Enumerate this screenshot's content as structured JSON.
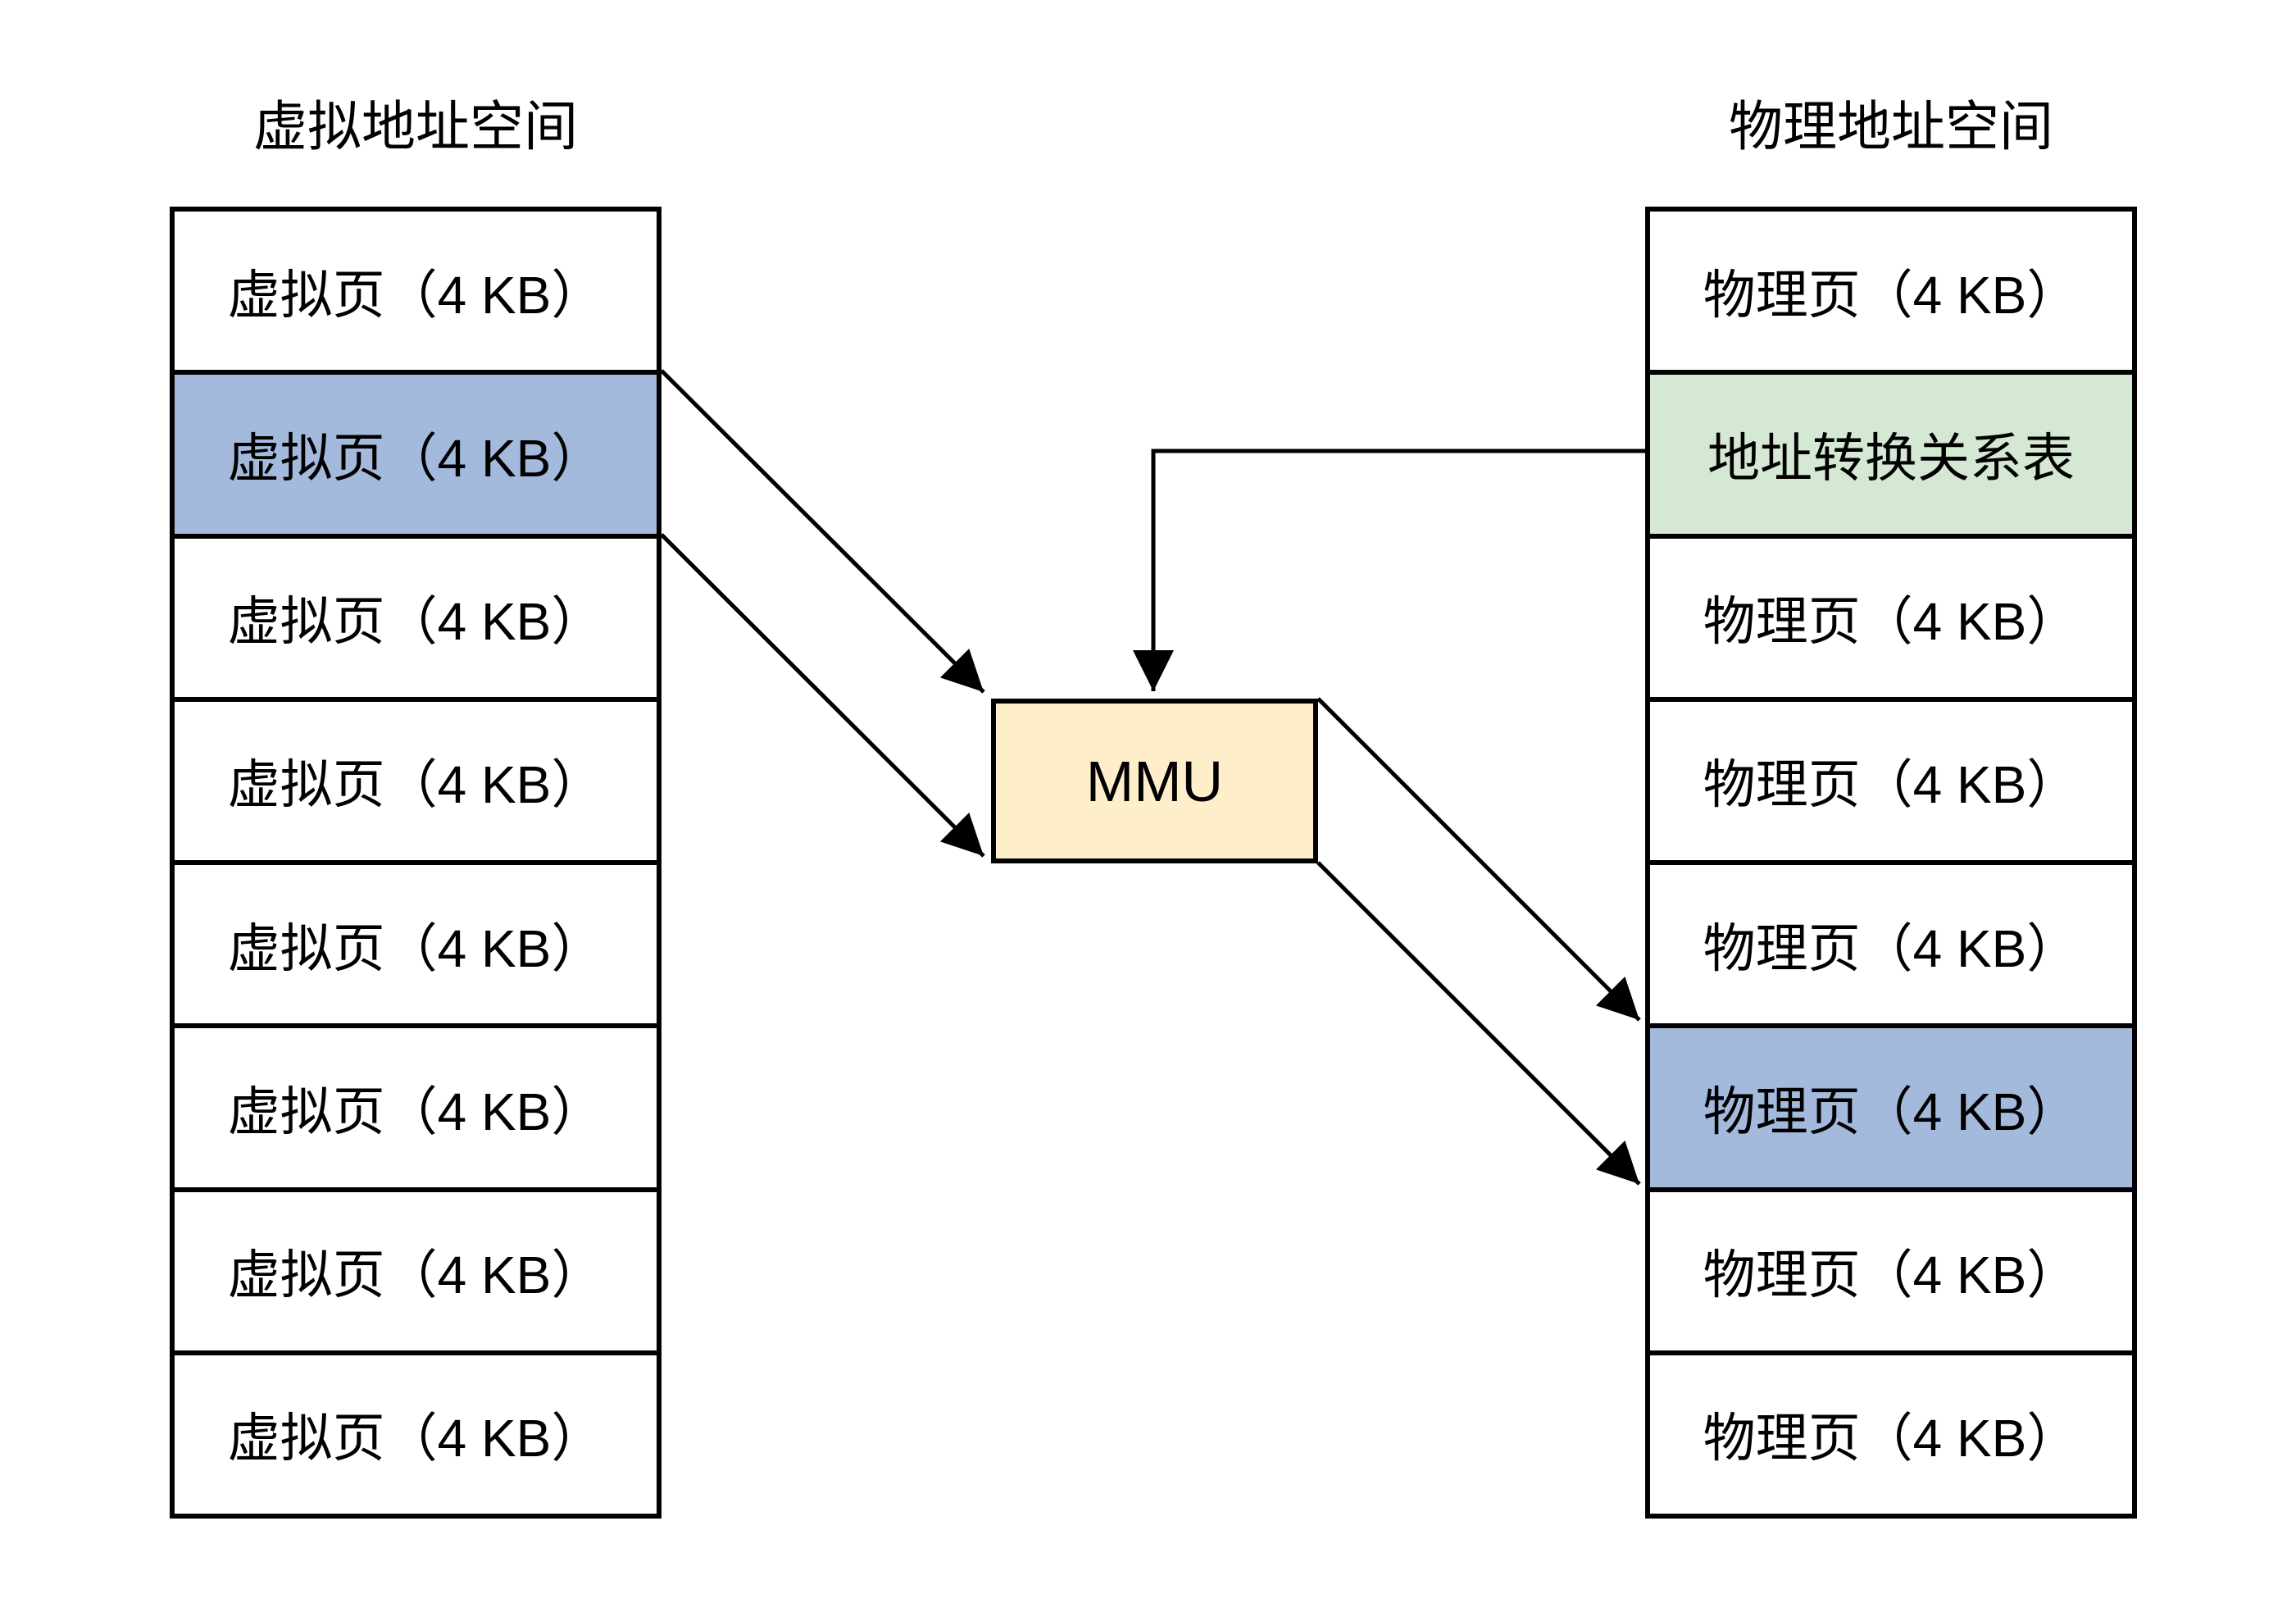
{
  "colors": {
    "background": "#ffffff",
    "line_black": "#000000",
    "highlight_blue": "#a3badd",
    "highlight_green": "#d5e8d4",
    "mmu_yellow": "#ffeeca"
  },
  "virtual_column": {
    "title": "虚拟地址空间",
    "rows": [
      {
        "label": "虚拟页（4 KB）",
        "highlight": "none"
      },
      {
        "label": "虚拟页（4 KB）",
        "highlight": "blue"
      },
      {
        "label": "虚拟页（4 KB）",
        "highlight": "none"
      },
      {
        "label": "虚拟页（4 KB）",
        "highlight": "none"
      },
      {
        "label": "虚拟页（4 KB）",
        "highlight": "none"
      },
      {
        "label": "虚拟页（4 KB）",
        "highlight": "none"
      },
      {
        "label": "虚拟页（4 KB）",
        "highlight": "none"
      },
      {
        "label": "虚拟页（4 KB）",
        "highlight": "none"
      }
    ]
  },
  "physical_column": {
    "title": "物理地址空间",
    "rows": [
      {
        "label": "物理页（4 KB）",
        "highlight": "none"
      },
      {
        "label": "地址转换关系表",
        "highlight": "green"
      },
      {
        "label": "物理页（4 KB）",
        "highlight": "none"
      },
      {
        "label": "物理页（4 KB）",
        "highlight": "none"
      },
      {
        "label": "物理页（4 KB）",
        "highlight": "none"
      },
      {
        "label": "物理页（4 KB）",
        "highlight": "blue"
      },
      {
        "label": "物理页（4 KB）",
        "highlight": "none"
      },
      {
        "label": "物理页（4 KB）",
        "highlight": "none"
      }
    ]
  },
  "mmu": {
    "label": "MMU"
  },
  "arrows": [
    {
      "name": "virtual-page-top-to-mmu",
      "from": "virtual_column.rows.1 top-right",
      "to": "mmu top-left"
    },
    {
      "name": "virtual-page-bottom-to-mmu",
      "from": "virtual_column.rows.1 bottom-right",
      "to": "mmu bottom-left"
    },
    {
      "name": "translation-table-to-mmu",
      "from": "physical_column.rows.1 left",
      "to": "mmu top",
      "shape": "elbow"
    },
    {
      "name": "mmu-to-physical-page-top",
      "from": "mmu top-right",
      "to": "physical_column.rows.5 top-left"
    },
    {
      "name": "mmu-to-physical-page-bottom",
      "from": "mmu bottom-right",
      "to": "physical_column.rows.5 bottom-left"
    }
  ]
}
